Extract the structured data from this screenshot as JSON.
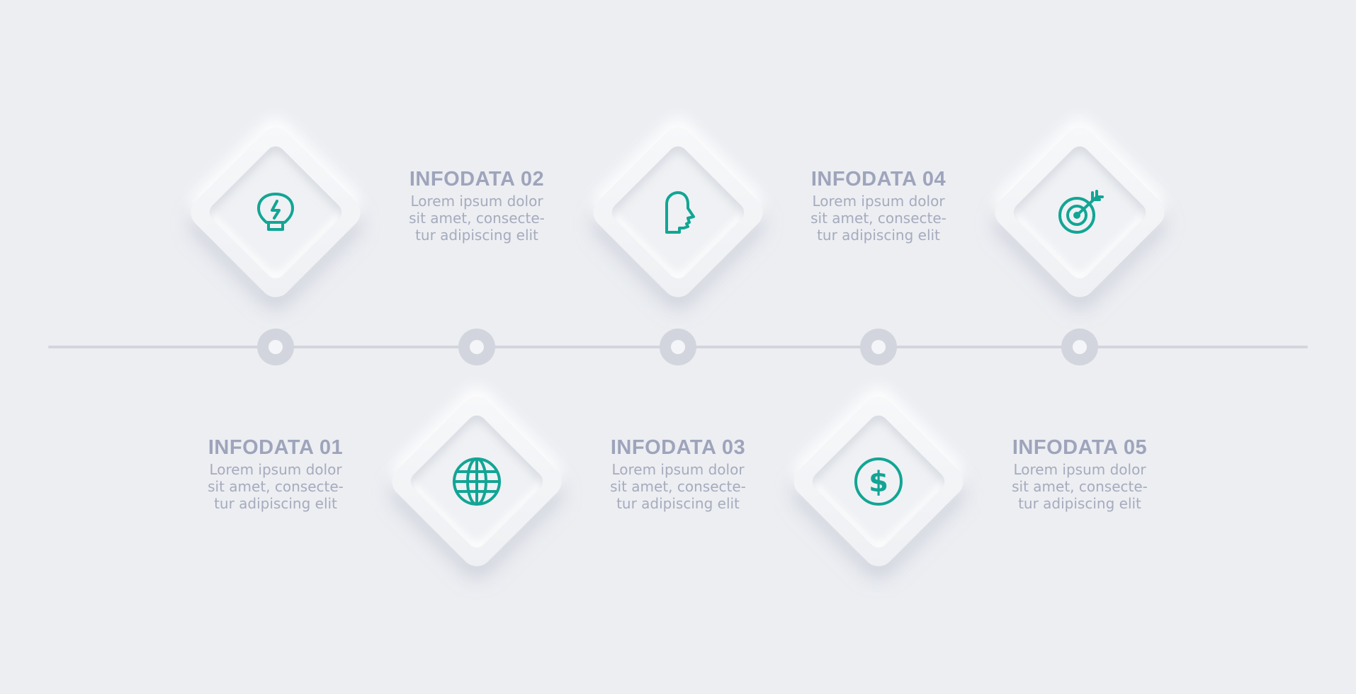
{
  "accent_color": "#12a594",
  "steps": [
    {
      "title": "INFODATA 01",
      "lines": [
        "Lorem ipsum dolor",
        "sit amet, consecte-",
        "tur adipiscing elit"
      ],
      "icon": "globe-icon"
    },
    {
      "title": "INFODATA 02",
      "lines": [
        "Lorem ipsum dolor",
        "sit amet, consecte-",
        "tur adipiscing elit"
      ],
      "icon": "lightbulb-icon"
    },
    {
      "title": "INFODATA 03",
      "lines": [
        "Lorem ipsum dolor",
        "sit amet, consecte-",
        "tur adipiscing elit"
      ],
      "icon": "head-profile-icon"
    },
    {
      "title": "INFODATA 04",
      "lines": [
        "Lorem ipsum dolor",
        "sit amet, consecte-",
        "tur adipiscing elit"
      ],
      "icon": "dollar-icon"
    },
    {
      "title": "INFODATA 05",
      "lines": [
        "Lorem ipsum dolor",
        "sit amet, consecte-",
        "tur adipiscing elit"
      ],
      "icon": "target-icon"
    }
  ]
}
